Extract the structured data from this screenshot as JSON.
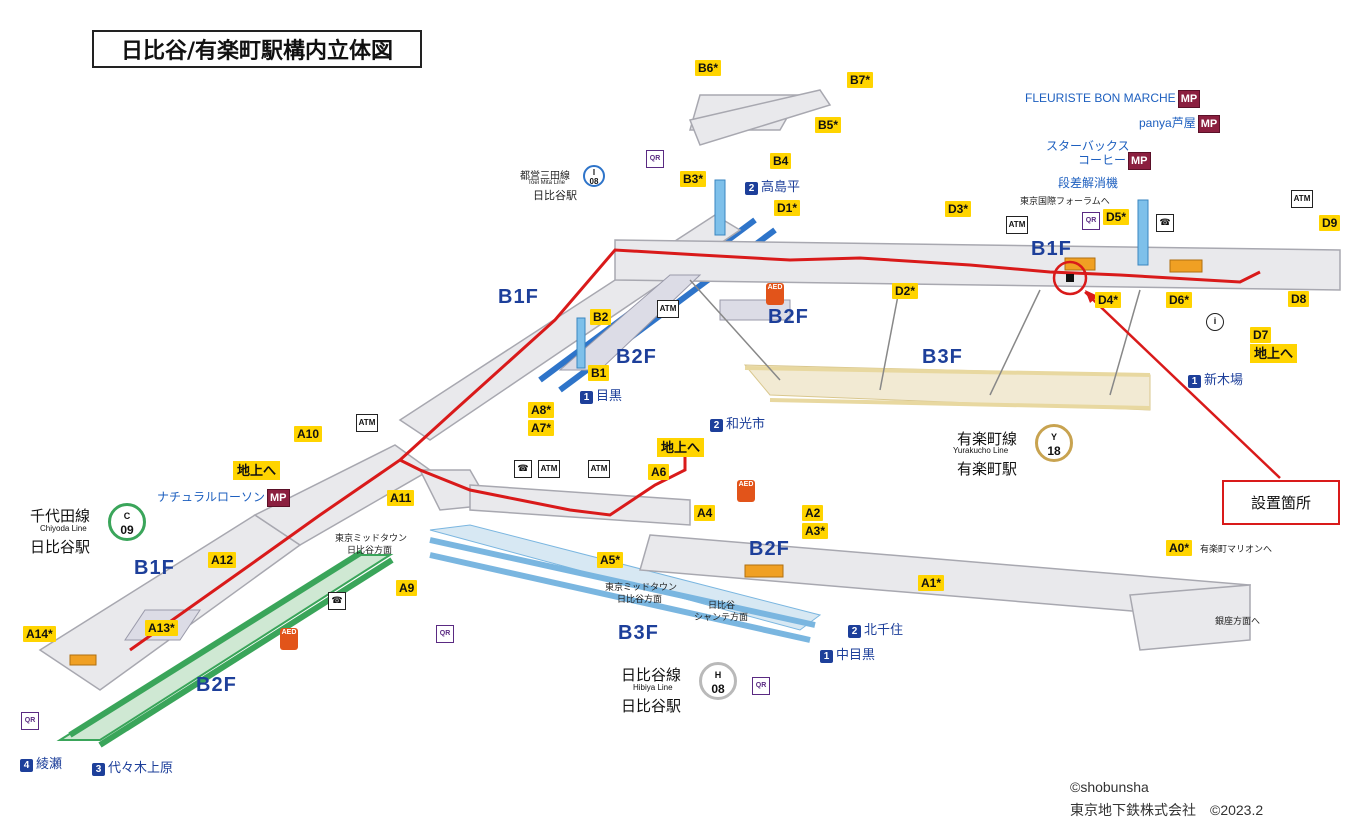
{
  "title": "日比谷/有楽町駅構内立体図",
  "floors": {
    "b1f_left": "B1F",
    "b1f_mid": "B1F",
    "b1f_right": "B1F",
    "b2f_mid": "B2F",
    "b2f_upper": "B2F",
    "b2f_bottom_left": "B2F",
    "b2f_bottom_center": "B2F",
    "b3f_right": "B3F",
    "b3f_bottom": "B3F"
  },
  "exits": {
    "b6": "B6*",
    "b7": "B7*",
    "b5": "B5*",
    "b4": "B4",
    "b3": "B3*",
    "d1": "D1*",
    "d3": "D3*",
    "d5": "D5*",
    "d9": "D9",
    "d2": "D2*",
    "d4": "D4*",
    "d6": "D6*",
    "d8": "D8",
    "d7": "D7",
    "b2": "B2",
    "b1": "B1",
    "a8": "A8*",
    "a7": "A7*",
    "a10": "A10",
    "a11": "A11",
    "a6": "A6",
    "a4": "A4",
    "a2": "A2",
    "a3": "A3*",
    "a5": "A5*",
    "a0": "A0*",
    "a1": "A1*",
    "a9": "A9",
    "a12": "A12",
    "a13": "A13*",
    "a14": "A14*"
  },
  "ground": {
    "left": "地上へ",
    "center": "地上へ",
    "right": "地上へ"
  },
  "destinations": {
    "takashimadaira": {
      "num": "2",
      "text": "高島平"
    },
    "meguro": {
      "num": "1",
      "text": "目黒"
    },
    "wakoshi": {
      "num": "2",
      "text": "和光市"
    },
    "shinkiba": {
      "num": "1",
      "text": "新木場"
    },
    "kitasenju": {
      "num": "2",
      "text": "北千住"
    },
    "nakameguro": {
      "num": "1",
      "text": "中目黒"
    },
    "ayase": {
      "num": "4",
      "text": "綾瀬"
    },
    "yoyogiuehara": {
      "num": "3",
      "text": "代々木上原"
    }
  },
  "shops": {
    "fleuriste": "FLEURISTE BON MARCHE",
    "panya": "panya芦屋",
    "starbucks_1": "スターバックス",
    "starbucks_2": "コーヒー",
    "natural_lawson": "ナチュラルローソン",
    "mp": "MP"
  },
  "notes": {
    "step_free": "段差解消機",
    "forum": "東京国際フォーラムへ",
    "marion": "有楽町マリオンへ",
    "ginza": "銀座方面へ",
    "midtown_1a": "東京ミッドタウン",
    "midtown_1b": "日比谷方面",
    "midtown_2a": "東京ミッドタウン",
    "midtown_2b": "日比谷方面",
    "chanter_a": "日比谷",
    "chanter_b": "シャンテ方面"
  },
  "stations": {
    "mita": {
      "line": "都営三田線",
      "en": "Toei Mita Line",
      "name": "日比谷駅",
      "code_letter": "I",
      "code_num": "08"
    },
    "chiyoda": {
      "line": "千代田線",
      "en": "Chiyoda Line",
      "name": "日比谷駅",
      "code_letter": "C",
      "code_num": "09"
    },
    "yurakucho": {
      "line": "有楽町線",
      "en": "Yurakucho Line",
      "name": "有楽町駅",
      "code_letter": "Y",
      "code_num": "18"
    },
    "hibiya": {
      "line": "日比谷線",
      "en": "Hibiya Line",
      "name": "日比谷駅",
      "code_letter": "H",
      "code_num": "08"
    }
  },
  "callout": "設置箇所",
  "icons": {
    "atm": "ATM",
    "info": "i",
    "aed": "AED",
    "qr": "QR",
    "phone": "☎"
  },
  "credit": {
    "line1": "©shobunsha",
    "line2": "東京地下鉄株式会社　©2023.2"
  },
  "colors": {
    "floor_text": "#1d3f9a",
    "exit_yellow": "#ffd400",
    "route_red": "#d91a1a",
    "chiyoda_green": "#3aa55a",
    "hibiya_blue": "#7ab6e0",
    "yurakucho_gold": "#c8a350",
    "mp_maroon": "#8b1f3f"
  }
}
